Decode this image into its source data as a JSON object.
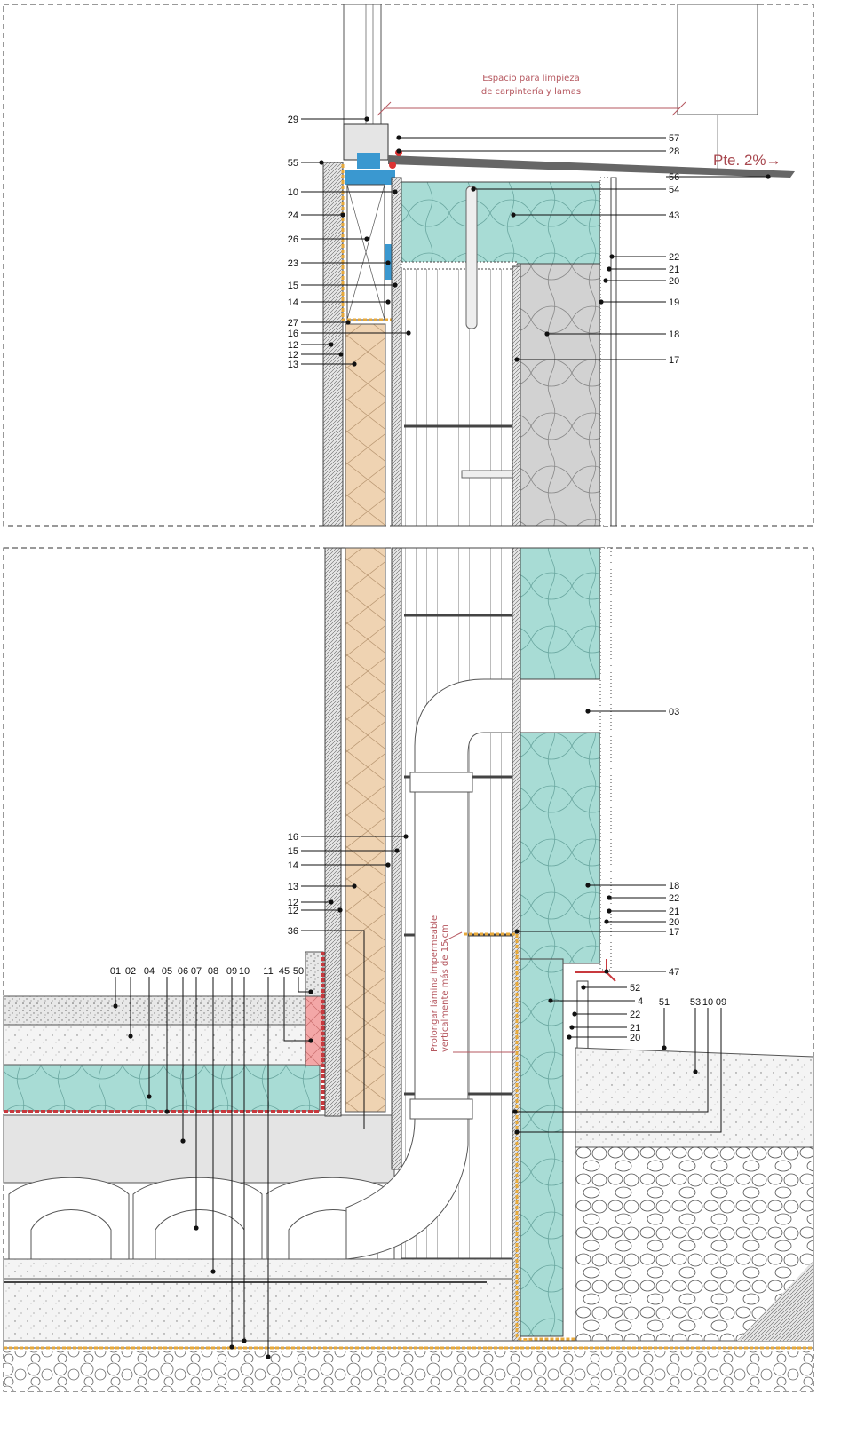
{
  "title": "Detalle constructivo: sección de fachada y cimentación",
  "annotations": {
    "cleaning_space_line1": "Espacio para limpieza",
    "cleaning_space_line2": "de carpintería y lamas",
    "slope": "Pte. 2%→",
    "membrane_line1": "Prolongar lámina impermeable",
    "membrane_line2": "verticalmente más de 15 cm"
  },
  "colors": {
    "insulation_teal": "#a8dcd5",
    "wood_fibre": "#efd3b2",
    "mineral_wool": "#cfcfcf",
    "membrane_orange": "#e7a93b",
    "red_membrane": "#c8393e",
    "blue_seal": "#3a98d0",
    "annotation": "#b5575f"
  },
  "top_labels_left": [
    "29",
    "55",
    "10",
    "24",
    "26",
    "23",
    "15",
    "14",
    "27",
    "16",
    "12",
    "12",
    "13"
  ],
  "top_labels_right": [
    "57",
    "28",
    "56",
    "54",
    "43",
    "22",
    "21",
    "20",
    "19",
    "18",
    "17"
  ],
  "bottom_labels_left": [
    "16",
    "15",
    "14",
    "13",
    "12",
    "12",
    "36"
  ],
  "bottom_labels_right": [
    "03",
    "18",
    "22",
    "21",
    "20",
    "17",
    "47",
    "52",
    "4",
    "22",
    "21",
    "20"
  ],
  "floor_labels": [
    "01",
    "02",
    "04",
    "05",
    "06",
    "07",
    "08",
    "09",
    "10",
    "11",
    "45",
    "50"
  ],
  "ground_labels": [
    "51",
    "53",
    "10",
    "09"
  ]
}
